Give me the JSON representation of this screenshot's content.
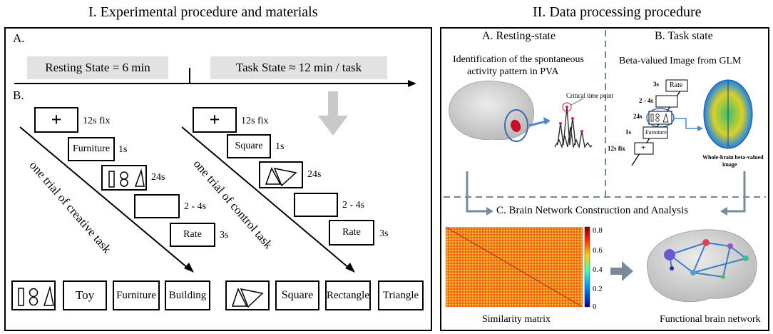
{
  "left": {
    "heading": "I. Experimental procedure and materials",
    "label_a": "A.",
    "label_b": "B.",
    "resting_bar": "Resting State = 6 min",
    "task_bar": "Task State ≈ 12 min / task",
    "creative": {
      "fix_time": "12s fix",
      "word": "Furniture",
      "word_time": "1s",
      "stim_time": "24s",
      "rest_time": "2 - 4s",
      "rate": "Rate",
      "rate_time": "3s",
      "diagonal_label": "one trial of creative task"
    },
    "control": {
      "fix_time": "12s fix",
      "word": "Square",
      "word_time": "1s",
      "stim_time": "24s",
      "rest_time": "2 - 4s",
      "rate": "Rate",
      "rate_time": "3s",
      "diagonal_label": "one trial of control task"
    },
    "options_creative": [
      "Toy",
      "Furniture",
      "Building"
    ],
    "options_control": [
      "Square",
      "Rectangle",
      "Triangle"
    ]
  },
  "right": {
    "heading": "II. Data processing procedure",
    "resting": {
      "title": "A. Resting-state",
      "desc_line1": "Identification of the spontaneous",
      "desc_line2": "activity pattern in PVA",
      "critical": "Critical time point"
    },
    "task": {
      "title": "B. Task state",
      "desc": "Beta-valued Image from GLM",
      "t_rate": "3s",
      "rate": "Rate",
      "t_rest": "2 - 4s",
      "t_stim": "24s",
      "t_word": "1s",
      "word": "Furniture",
      "t_fix": "12s fix",
      "brain_caption_line1": "Whole-brain beta-valued",
      "brain_caption_line2": "image"
    },
    "network_title": "C.  Brain Network Construction and Analysis",
    "matrix_caption": "Similarity matrix",
    "network_caption": "Functional brain network",
    "colorbar_ticks": [
      "0.8",
      "0.6",
      "0.4",
      "0.2",
      "0"
    ]
  },
  "colors": {
    "gray_bar": "#e2e2e2",
    "arrow_blue": "#4a8ac9",
    "connector_gray": "#7a8a98",
    "dashed": "#6d8aa0",
    "matrix_orange": "#f0801c",
    "stim_red": "#c8102e"
  }
}
